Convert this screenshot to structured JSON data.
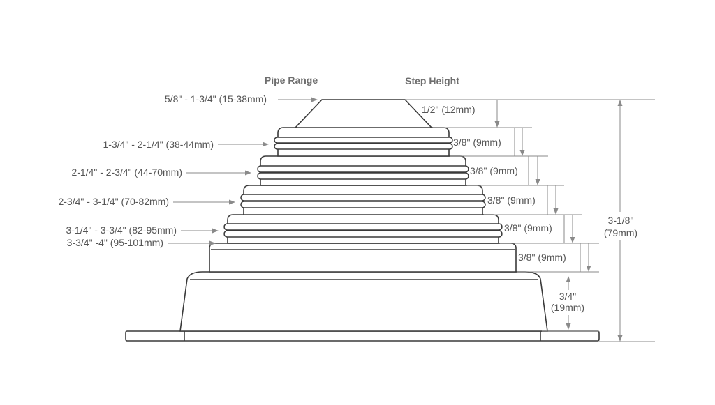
{
  "headers": {
    "pipe_range": "Pipe Range",
    "step_height": "Step Height"
  },
  "pipe_ranges": [
    "5/8\" - 1-3/4\" (15-38mm)",
    "1-3/4\" - 2-1/4\" (38-44mm)",
    "2-1/4\" - 2-3/4\" (44-70mm)",
    "2-3/4\" - 3-1/4\" (70-82mm)",
    "3-1/4\" - 3-3/4\" (82-95mm)",
    "3-3/4\" -4\" (95-101mm)"
  ],
  "step_heights": [
    "1/2\" (12mm)",
    "3/8\" (9mm)",
    "3/8\" (9mm)",
    "3/8\" (9mm)",
    "3/8\" (9mm)",
    "3/8\" (9mm)"
  ],
  "base_height": {
    "line1": "3/4\"",
    "line2": "(19mm)"
  },
  "total_height": {
    "line1": "3-1/8\"",
    "line2": "(79mm)"
  },
  "colors": {
    "outline": "#3a3a3a",
    "dimension": "#8a8a8a",
    "text": "#555555"
  }
}
